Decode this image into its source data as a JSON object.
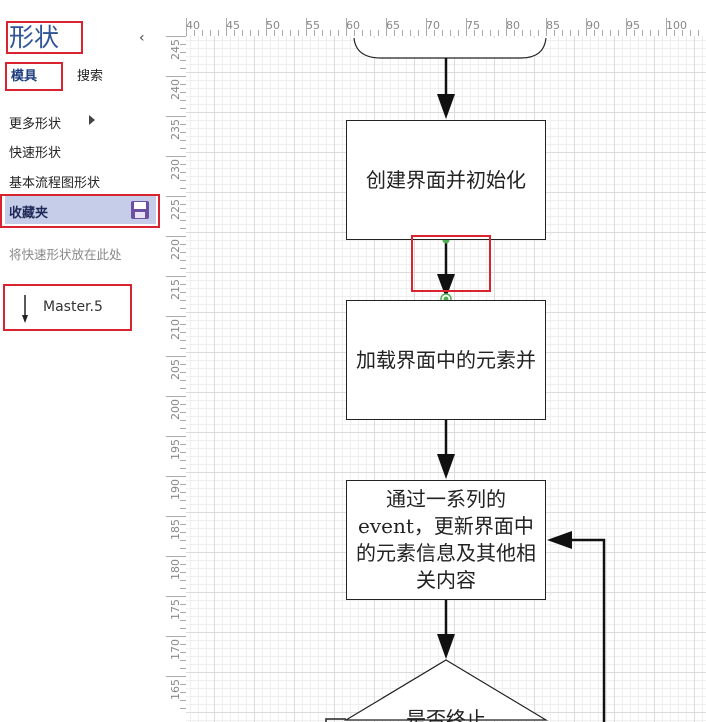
{
  "pane": {
    "title": "形状",
    "collapse_icon": "chevron-left-icon",
    "tabs": [
      "模具",
      "搜索"
    ],
    "menu": [
      "更多形状",
      "快速形状",
      "基本流程图形状"
    ],
    "favorites": "收藏夹",
    "hint": "将快速形状放在此处",
    "master_shape": "Master.5"
  },
  "rulers": {
    "horizontal": [
      "40",
      "45",
      "50",
      "55",
      "60",
      "65",
      "70",
      "75",
      "80",
      "85",
      "90",
      "95",
      "100"
    ],
    "vertical": [
      "245",
      "240",
      "235",
      "230",
      "225",
      "220",
      "215",
      "210",
      "205",
      "200",
      "195",
      "190",
      "185",
      "180",
      "175",
      "170",
      "165"
    ]
  },
  "flowchart": {
    "step1": "创建界面并初始化",
    "step2": "加载界面中的元素并",
    "step3": "通过一系列的event，更新界面中的元素信息及其他相关内容",
    "decision": "是否终止"
  },
  "colors": {
    "highlight": "#d9232e",
    "favorites_bg": "#c6cde8",
    "title_blue": "#2f5597",
    "connector_green": "#4caf50"
  }
}
